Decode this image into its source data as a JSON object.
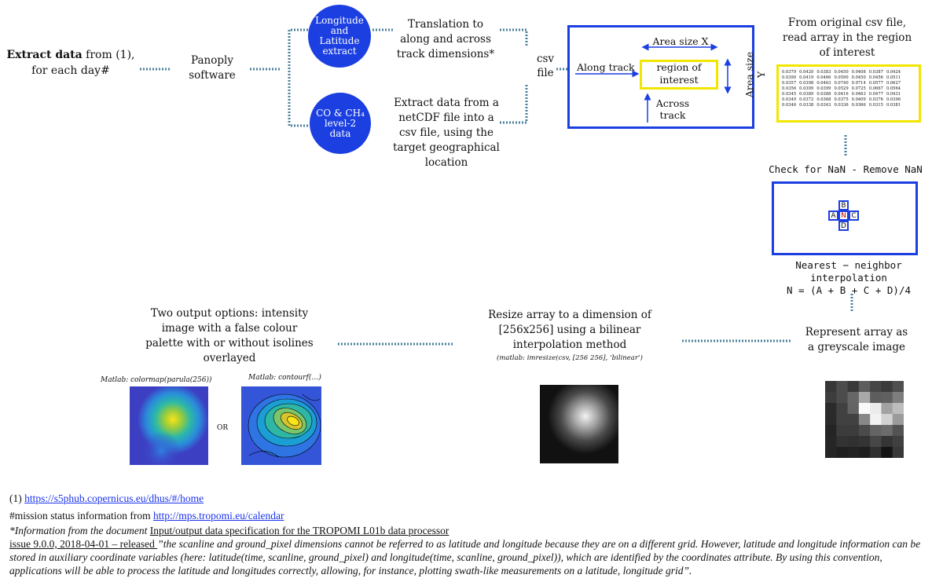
{
  "left": {
    "extract_bold": "Extract data",
    "extract_rest": " from (1),",
    "line2": "for each day#"
  },
  "panoply": [
    "Panoply",
    "software"
  ],
  "circle_top": [
    "Longitude",
    "and",
    "Latitude",
    "extract"
  ],
  "circle_bottom": [
    "CO & CH₄",
    "level-2",
    "data"
  ],
  "translation_text": [
    "Translation to",
    "along and across",
    "track dimensions*"
  ],
  "extract_csv_text": [
    "Extract data from a",
    "netCDF file into a",
    "csv file, using the",
    "target geographical",
    "location"
  ],
  "csv_file": [
    "csv",
    "file"
  ],
  "region_box": {
    "area_x": "Area size X",
    "area_y": "Area size Y",
    "along": "Along track",
    "region": [
      "region of",
      "interest"
    ],
    "across": [
      "Across",
      "track"
    ]
  },
  "from_csv": [
    "From original csv file,",
    "read array in the region",
    "of interest"
  ],
  "array_rows": [
    [
      "0.0379",
      "0.0420",
      "0.0383",
      "0.0450",
      "0.0408",
      "0.0387",
      "0.0424"
    ],
    [
      "0.0390",
      "0.0419",
      "0.0466",
      "0.0590",
      "0.0450",
      "0.0456",
      "0.0511"
    ],
    [
      "0.0357",
      "0.0398",
      "0.0463",
      "0.0740",
      "0.0714",
      "0.0577",
      "0.0627"
    ],
    [
      "0.0356",
      "0.0399",
      "0.0399",
      "0.0529",
      "0.0725",
      "0.0667",
      "0.0564"
    ],
    [
      "0.0345",
      "0.0389",
      "0.0388",
      "0.0416",
      "0.0463",
      "0.0477",
      "0.0431"
    ],
    [
      "0.0349",
      "0.0372",
      "0.0368",
      "0.0375",
      "0.0409",
      "0.0376",
      "0.0396"
    ],
    [
      "0.0346",
      "0.0338",
      "0.0343",
      "0.0336",
      "0.0366",
      "0.0315",
      "0.0381"
    ]
  ],
  "check_nan": "Check for NaN - Remove NaN",
  "neighbors": {
    "a": "A",
    "b": "B",
    "n": "N",
    "c": "C",
    "d": "D"
  },
  "nearest": [
    "Nearest − neighbor interpolation",
    "N = (A + B + C + D)/4"
  ],
  "represent": [
    "Represent array as",
    "a greyscale image"
  ],
  "resize": [
    "Resize array to a dimension of",
    "[256x256] using a bilinear",
    "interpolation method"
  ],
  "resize_code": "(matlab: imresize(csv, [256 256], ‘bilinear’)",
  "output_text": [
    "Two output options: intensity",
    "image with a false colour",
    "palette with or without isolines",
    "overlayed"
  ],
  "matlab_colormap": "Matlab: colormap(parula(256))",
  "matlab_contourf": "Matlab: contourf(…)",
  "or": "OR",
  "footnotes": {
    "ref_prefix": "(1) ",
    "ref_link": "https://s5phub.copernicus.eu/dhus/#/home",
    "mission_prefix": "#mission status information from ",
    "mission_link": "http://mps.tropomi.eu/calendar",
    "info_prefix": "*Information from the document ",
    "info_doc": "Input/output data specification for the TROPOMI L01b data processor",
    "issue": "issue 9.0.0, 2018-04-01 – released ",
    "quote": "”the scanline and ground_pixel dimensions cannot be referred to as latitude and longitude because they are on a different grid. However, latitude and longitude information can be stored in auxiliary coordinate variables (here: latitude(time, scanline, ground_pixel) and longitude(time, scanline, ground_pixel)), which are identified by the coordinates attribute. By using this convention, applications will be able to process the latitude and longitudes correctly, allowing, for instance, plotting swath-like measurements on a latitude, longitude grid”."
  },
  "colors": {
    "blue": "#1b3fe0",
    "yellow": "#f2e600",
    "dotted": "#4a7f9a"
  }
}
